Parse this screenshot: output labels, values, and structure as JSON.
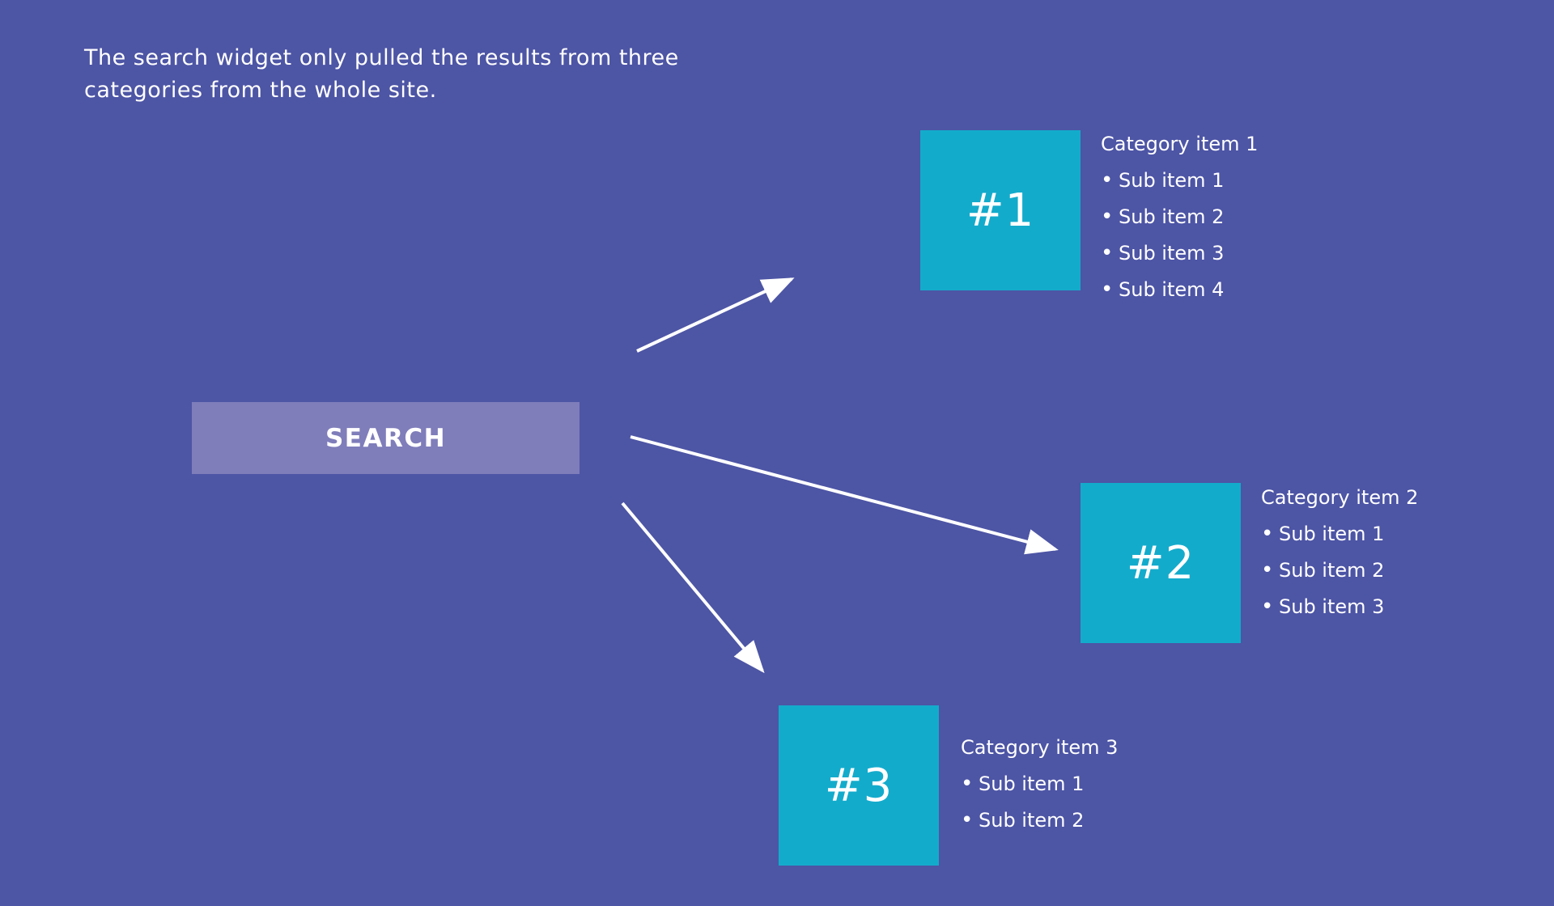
{
  "caption": {
    "line1": "The search widget only pulled the results from three",
    "line2": "categories from the whole site."
  },
  "search": {
    "label": "SEARCH"
  },
  "categories": [
    {
      "number": "#1",
      "title": "Category item 1",
      "items": [
        "Sub item 1",
        "Sub item 2",
        "Sub item 3",
        "Sub item 4"
      ]
    },
    {
      "number": "#2",
      "title": "Category item 2",
      "items": [
        "Sub item 1",
        "Sub item 2",
        "Sub item 3"
      ]
    },
    {
      "number": "#3",
      "title": "Category item 3",
      "items": [
        "Sub item 1",
        "Sub item 2"
      ]
    }
  ],
  "colors": {
    "background": "#4d55a5",
    "search_box": "#7f7dba",
    "category_box": "#13abcc",
    "text": "#ffffff",
    "arrow": "#ffffff"
  }
}
